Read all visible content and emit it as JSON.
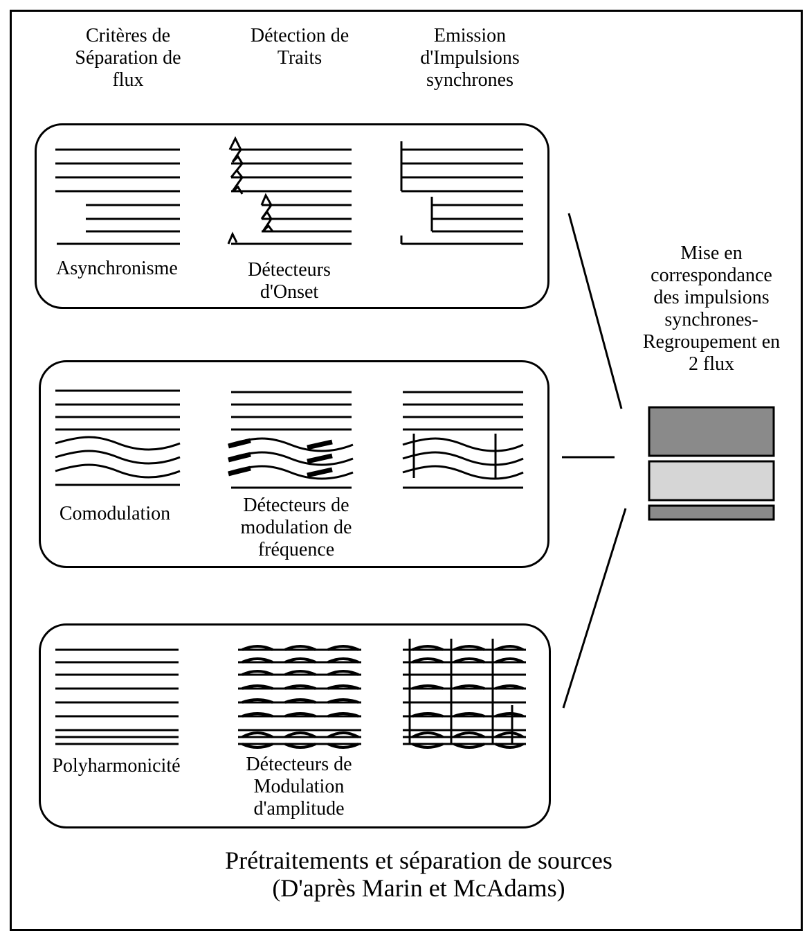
{
  "headers": {
    "col1": "Critères de\nSéparation de\nflux",
    "col2": "Détection de\nTraits",
    "col3": "Emission\nd'Impulsions\nsynchrones"
  },
  "panels": [
    {
      "criterion": "Asynchronisme",
      "detector": "Détecteurs\nd'Onset"
    },
    {
      "criterion": "Comodulation",
      "detector": "Détecteurs de\nmodulation de\nfréquence"
    },
    {
      "criterion": "Polyharmonicité",
      "detector": "Détecteurs de\nModulation\nd'amplitude"
    }
  ],
  "grouping": {
    "label": "Mise en\ncorrespondance\ndes impulsions\nsynchrones-\nRegroupement en\n2 flux",
    "stream_colors": [
      "#8a8a8a",
      "#d6d6d6",
      "#8a8a8a"
    ]
  },
  "caption": {
    "line1": "Prétraitements et séparation de sources",
    "line2": "(D'après Marin et McAdams)"
  }
}
